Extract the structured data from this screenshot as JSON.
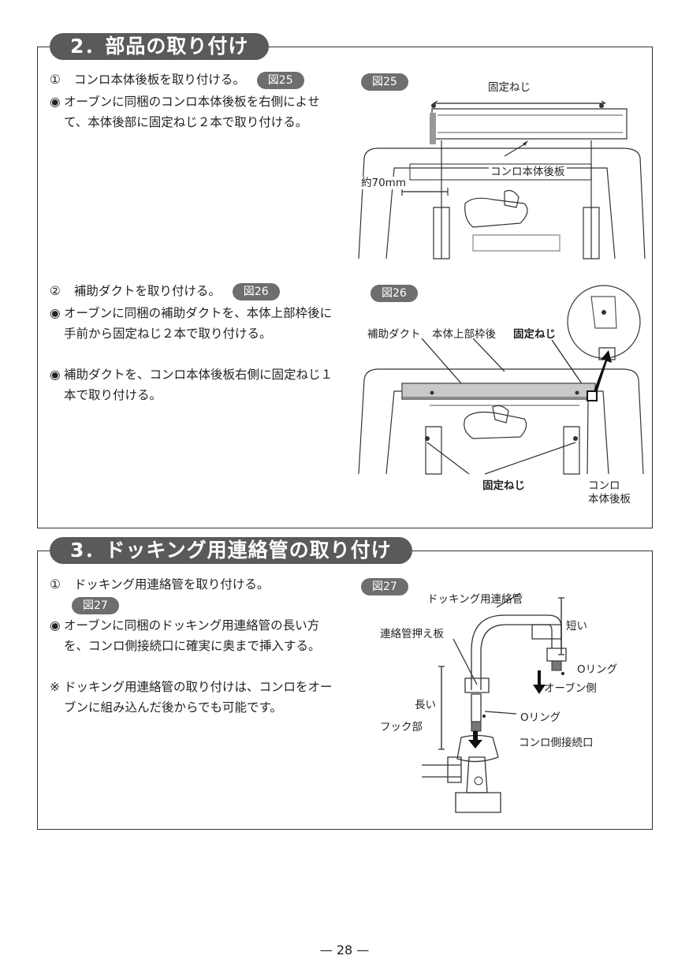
{
  "section2": {
    "title": "2．部品の取り付け",
    "step1": {
      "num": "①",
      "text": "コンロ本体後板を取り付ける。",
      "ref": "図25",
      "bullets": [
        {
          "mark": "◉",
          "text": "オーブンに同梱のコンロ本体後板を右側によせて、本体後部に固定ねじ２本で取り付ける。"
        }
      ]
    },
    "step2": {
      "num": "②",
      "text": "補助ダクトを取り付ける。",
      "ref": "図26",
      "bullets": [
        {
          "mark": "◉",
          "text": "オーブンに同梱の補助ダクトを、本体上部枠後に手前から固定ねじ２本で取り付ける。"
        },
        {
          "mark": "◉",
          "text": "補助ダクトを、コンロ本体後板右側に固定ねじ１本で取り付ける。"
        }
      ]
    },
    "fig25": {
      "tag": "図25",
      "labels": {
        "screws": "固定ねじ",
        "back_plate": "コンロ本体後板",
        "distance": "約70mm"
      }
    },
    "fig26": {
      "tag": "図26",
      "labels": {
        "duct": "補助ダクト",
        "frame": "本体上部枠後",
        "screw_top": "固定ねじ",
        "screws_bottom": "固定ねじ",
        "back_plate_1": "コンロ",
        "back_plate_2": "本体後板"
      }
    }
  },
  "section3": {
    "title": "3．ドッキング用連絡管の取り付け",
    "step1": {
      "num": "①",
      "text": "ドッキング用連絡管を取り付ける。",
      "ref": "図27",
      "bullets": [
        {
          "mark": "◉",
          "text": "オーブンに同梱のドッキング用連絡管の長い方を、コンロ側接続口に確実に奥まで挿入する。"
        },
        {
          "mark": "※",
          "text": "ドッキング用連絡管の取り付けは、コンロをオーブンに組み込んだ後からでも可能です。"
        }
      ]
    },
    "fig27": {
      "tag": "図27",
      "labels": {
        "pipe": "ドッキング用連絡管",
        "short": "短い",
        "plate": "連絡管押え板",
        "oring_top": "Oリング",
        "oven_side": "オーブン側",
        "long": "長い",
        "oring_bottom": "Oリング",
        "hook": "フック部",
        "inlet": "コンロ側接続口"
      }
    }
  },
  "footer": {
    "page": "— 28 —"
  }
}
